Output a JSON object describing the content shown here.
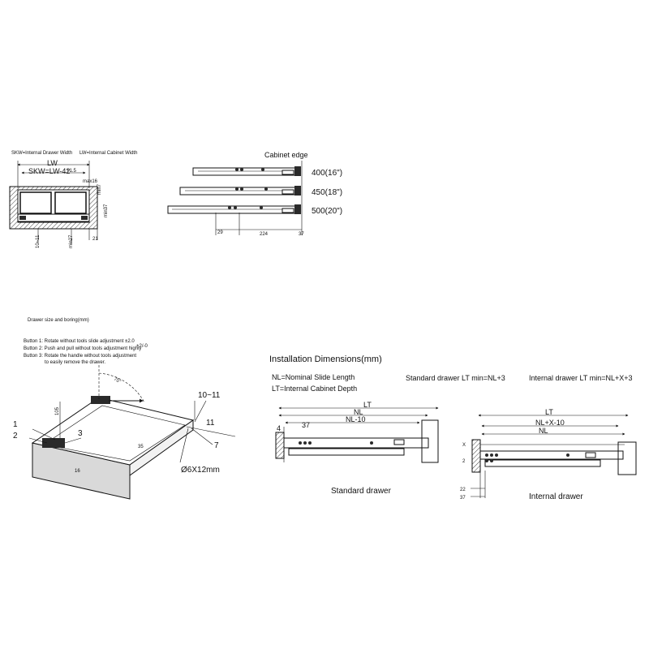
{
  "cross_section": {
    "def_skw": "SKW=Internal Drawer Width",
    "def_lw": "LW=Internal Cabinet Width",
    "lw": "LW",
    "skw": "SKW=LW-42",
    "tol": "+1.5",
    "max16": "max16",
    "min7": "min7",
    "min37": "min37",
    "d10_11": "10~11",
    "min27": "min27",
    "d21": "21"
  },
  "lengths": {
    "cabinet_edge": "Cabinet edge",
    "l400": "400(16\")",
    "l450": "450(18\")",
    "l500": "500(20\")",
    "d29": "29",
    "d224": "224",
    "d37": "37"
  },
  "drawer": {
    "title": "Drawer size and boring(mm)",
    "b1": "Button  1: Rotate without tools slide adjustment  ±2.0",
    "b2": "Button  2: Push and pull without tools adjustment highly",
    "b2_tol": "+2/-0",
    "b3": "Button  3: Rotate the handle without tools adjustment",
    "b3b": "to easily remove the drawer.",
    "n1": "1",
    "n2": "2",
    "n3": "3",
    "d105": "105",
    "d35": "35",
    "d16": "16",
    "d10_11": "10~11",
    "d11": "11",
    "d7": "7",
    "bore": "Ø6X12mm"
  },
  "install": {
    "title": "Installation Dimensions(mm)",
    "nl_def": "NL=Nominal Slide Length",
    "lt_def": "LT=Internal Cabinet Depth",
    "std_formula": "Standard drawer  LT min=NL+3",
    "int_formula": "Internal drawer LT min=NL+X+3",
    "std": {
      "lt": "LT",
      "nl": "NL",
      "nl10": "NL-10",
      "d4": "4",
      "d37": "37",
      "caption": "Standard drawer"
    },
    "int": {
      "lt": "LT",
      "nlx": "NL+X-10",
      "nl": "NL",
      "x": "X",
      "d2": "2",
      "d22": "22",
      "d37": "37",
      "caption": "Internal drawer"
    }
  }
}
